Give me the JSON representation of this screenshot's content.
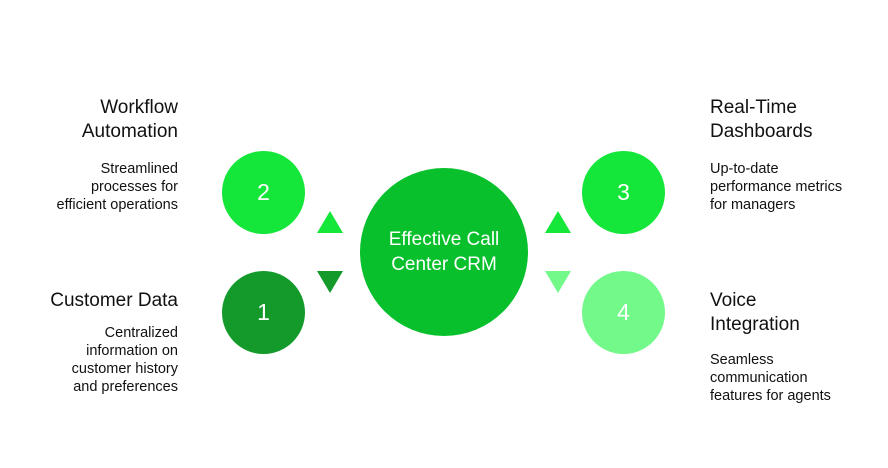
{
  "center": {
    "line1": "Effective Call",
    "line2": "Center CRM"
  },
  "items": [
    {
      "number": "1",
      "title_lines": [
        "Customer Data"
      ],
      "desc_lines": [
        "Centralized",
        "information on",
        "customer history",
        "and preferences"
      ]
    },
    {
      "number": "2",
      "title_lines": [
        "Workflow",
        "Automation"
      ],
      "desc_lines": [
        "Streamlined",
        "processes for",
        "efficient operations"
      ]
    },
    {
      "number": "3",
      "title_lines": [
        "Real-Time",
        "Dashboards"
      ],
      "desc_lines": [
        "Up-to-date",
        "performance metrics",
        "for managers"
      ]
    },
    {
      "number": "4",
      "title_lines": [
        "Voice",
        "Integration"
      ],
      "desc_lines": [
        "Seamless",
        "communication",
        "features for agents"
      ]
    }
  ],
  "colors": {
    "center": "#08c02c",
    "item1": "#139a2a",
    "item2": "#14e63a",
    "item3": "#14e63a",
    "item4": "#73f98a",
    "arrow_up": "#14e63a",
    "arrow_down_left": "#139a2a",
    "arrow_down_right": "#73f98a"
  }
}
